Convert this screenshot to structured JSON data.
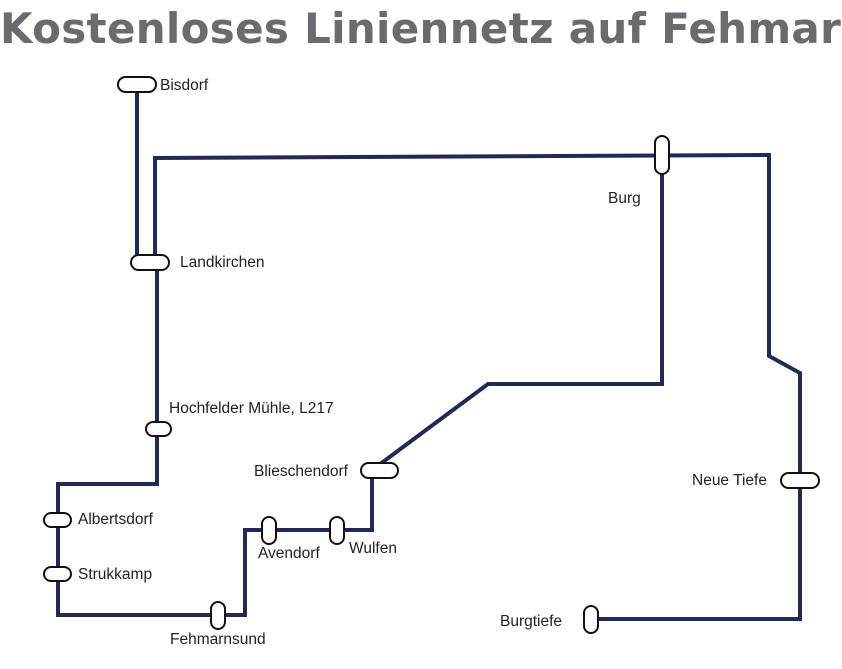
{
  "title": "Kostenloses Liniennetz auf Fehmarn",
  "colors": {
    "route": "#1f2b55",
    "title": "#6b6b6f",
    "stop_fill": "#ffffff",
    "stop_stroke": "#111111"
  },
  "stations": [
    {
      "id": "bisdorf",
      "name": "Bisdorf"
    },
    {
      "id": "burg",
      "name": "Burg"
    },
    {
      "id": "landkirchen",
      "name": "Landkirchen"
    },
    {
      "id": "hochfelder-muehle",
      "name": "Hochfelder Mühle, L217"
    },
    {
      "id": "blieschendorf",
      "name": "Blieschendorf"
    },
    {
      "id": "albertsdorf",
      "name": "Albertsdorf"
    },
    {
      "id": "avendorf",
      "name": "Avendorf"
    },
    {
      "id": "wulfen",
      "name": "Wulfen"
    },
    {
      "id": "strukkamp",
      "name": "Strukkamp"
    },
    {
      "id": "fehmarnsund",
      "name": "Fehmarnsund"
    },
    {
      "id": "neue-tiefe",
      "name": "Neue Tiefe"
    },
    {
      "id": "burgtiefe",
      "name": "Burgtiefe"
    }
  ]
}
